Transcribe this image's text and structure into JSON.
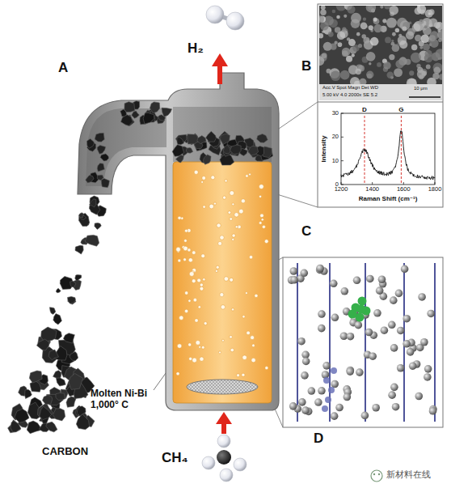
{
  "diagram": {
    "labels": [
      "A",
      "H₂",
      "B",
      "Acc.V Spot Magn Det WD",
      "5.00 kV 4.0 2000x SE 5.2",
      "10 μm",
      "30",
      "20",
      "10",
      "0",
      "Intensity",
      "D",
      "G",
      "1200",
      "1400",
      "1600",
      "1800",
      "Raman Shift (cm⁻¹)",
      "C",
      "CARBON",
      "Molten Ni-Bi 1,000° C",
      "D",
      "CH₄",
      "新材料在线"
    ]
  }
}
